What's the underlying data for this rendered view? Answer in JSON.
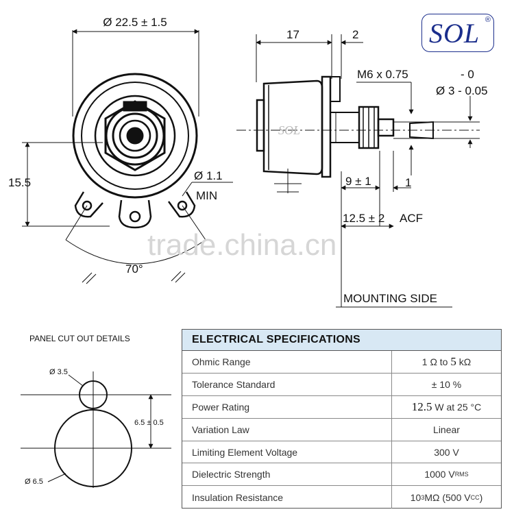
{
  "logo": {
    "text": "SOL",
    "reg": "®"
  },
  "dimensions": {
    "body_diameter": "Ø 22.5 ± 1.5",
    "body_length": "17",
    "flange": "2",
    "thread": "M6 x 0.75",
    "tol_upper": "- 0",
    "shaft_dia": "Ø 3 - 0.05",
    "height": "15.5",
    "pin_dia": "Ø 1.1",
    "pin_min": "MIN",
    "bushing": "9 ± 1",
    "bushing_end": "1",
    "shaft_len": "12.5 ± 2",
    "acf": "ACF",
    "angle": "70°",
    "mounting_side": "MOUNTING SIDE",
    "body_watermark": "SOL"
  },
  "watermark": "trade.china.cn",
  "panel": {
    "title": "PANEL CUT OUT DETAILS",
    "small_hole": "Ø 3.5",
    "spacing": "6.5 ± 0.5",
    "large_hole": "Ø 6.5"
  },
  "specs": {
    "title": "ELECTRICAL SPECIFICATIONS",
    "rows": [
      {
        "label": "Ohmic Range"
      },
      {
        "label": "Tolerance Standard",
        "value": "± 10 %"
      },
      {
        "label": "Power Rating"
      },
      {
        "label": "Variation Law",
        "value": "Linear"
      },
      {
        "label": "Limiting Element Voltage",
        "value": "300 V"
      },
      {
        "label": "Dielectric Strength"
      },
      {
        "label": "Insulation Resistance"
      }
    ],
    "ohmic": {
      "a": "1 Ω to",
      "b": "5",
      "c": "kΩ"
    },
    "power": {
      "a": "12.5",
      "b": "W at 25 °C"
    },
    "dielectric": {
      "a": "1000 V",
      "sub": "RMS"
    },
    "insulation": {
      "a": "10",
      "sup": "3",
      "b": " MΩ (500 V",
      "sub": "CC",
      "c": ")"
    }
  }
}
